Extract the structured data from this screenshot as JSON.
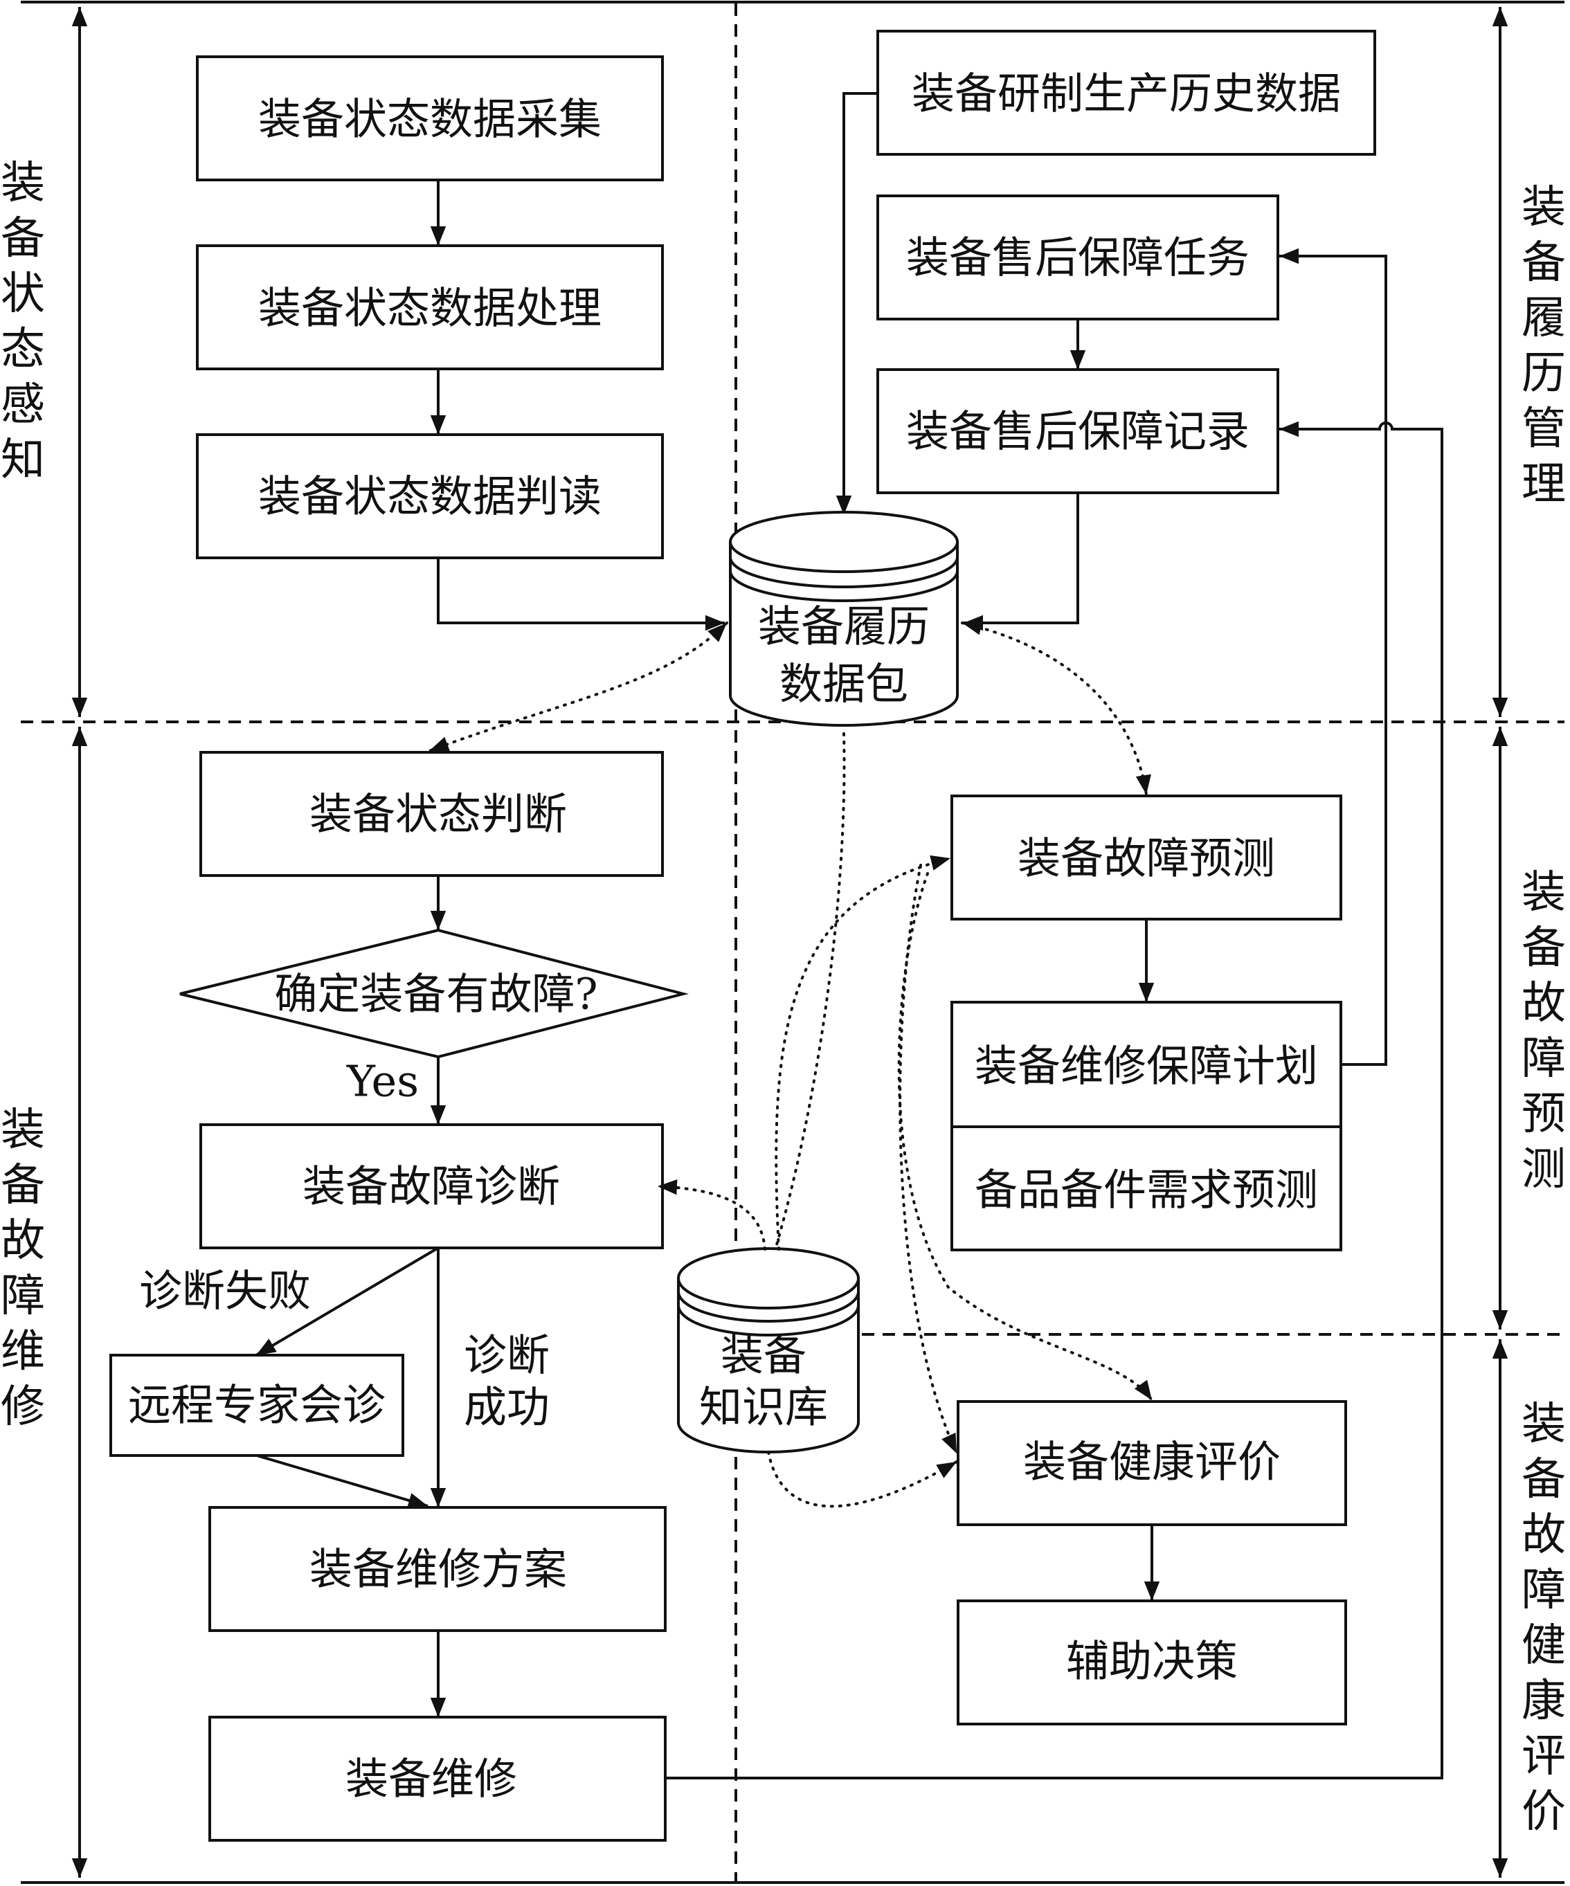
{
  "sections": {
    "left_top": "装备状态感知",
    "left_bottom": "装备故障维修",
    "right_top": "装备履历管理",
    "right_mid": "装备故障预测",
    "right_bottom": "装备故障健康评价"
  },
  "nodes": {
    "collect": "装备状态数据采集",
    "process": "装备状态数据处理",
    "interpret": "装备状态数据判读",
    "history_data": "装备研制生产历史数据",
    "support_task": "装备售后保障任务",
    "support_record": "装备售后保障记录",
    "record_db_line1": "装备履历",
    "record_db_line2": "数据包",
    "state_judge": "装备状态判断",
    "decision": "确定装备有故障?",
    "yes": "Yes",
    "diagnosis": "装备故障诊断",
    "diag_fail": "诊断失败",
    "diag_success_line1": "诊断",
    "diag_success_line2": "成功",
    "remote": "远程专家会诊",
    "repair_plan": "装备维修方案",
    "repair": "装备维修",
    "kb_line1": "装备",
    "kb_line2": "知识库",
    "fault_predict": "装备故障预测",
    "maint_plan": "装备维修保障计划",
    "spare_predict": "备品备件需求预测",
    "health_eval": "装备健康评价",
    "decision_support": "辅助决策"
  }
}
